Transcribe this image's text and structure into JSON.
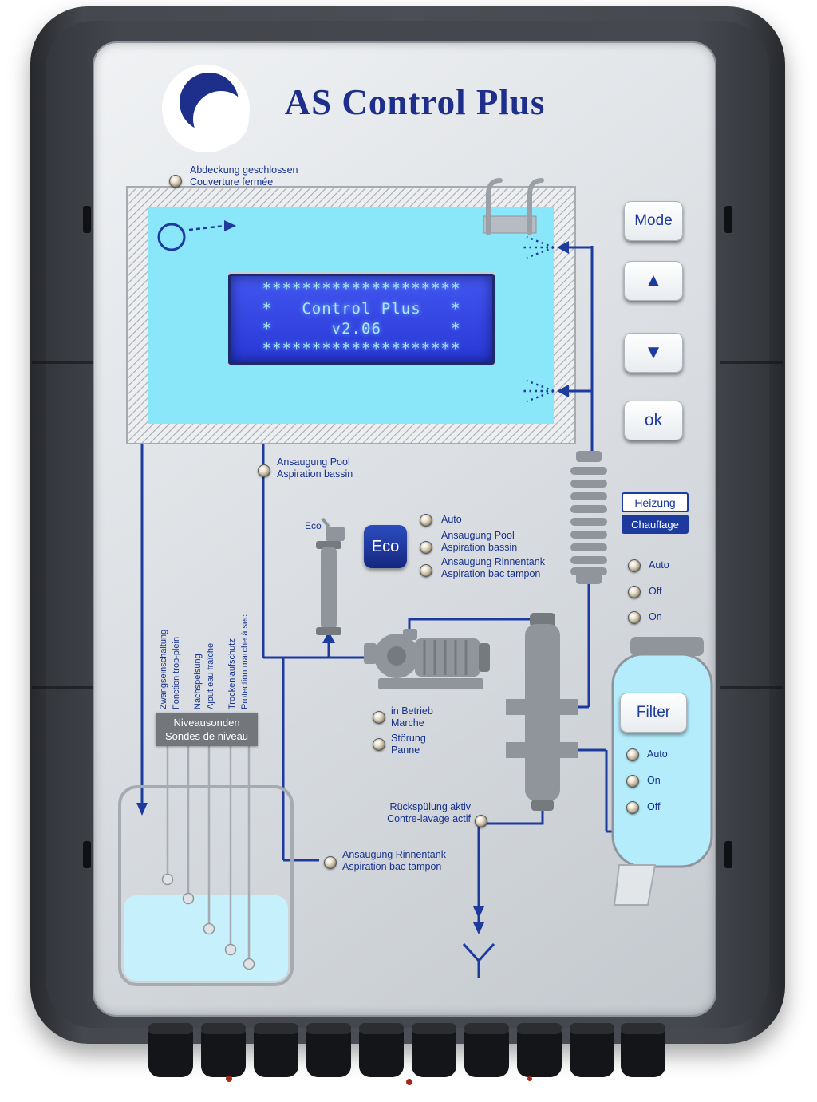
{
  "header": {
    "title": "AS Control Plus"
  },
  "lcd": {
    "line1": "********************",
    "line2": "*   Control Plus   *",
    "line3": "*      v2.06       *",
    "line4": "********************"
  },
  "icons": {
    "up": "▲",
    "down": "▼"
  },
  "keys": {
    "mode": "Mode",
    "ok": "ok",
    "eco": "Eco",
    "filter": "Filter",
    "heating_de": "Heizung",
    "heating_fr": "Chauffage"
  },
  "leds": {
    "cover": {
      "de": "Abdeckung geschlossen",
      "fr": "Couverture fermée"
    },
    "suction_pool": {
      "de": "Ansaugung Pool",
      "fr": "Aspiration bassin"
    },
    "eco_auto": "Auto",
    "eco_pool": {
      "de": "Ansaugung Pool",
      "fr": "Aspiration bassin"
    },
    "eco_tank": {
      "de": "Ansaugung Rinnentank",
      "fr": "Aspiration bac tampon"
    },
    "heating_auto": "Auto",
    "heating_off": "Off",
    "heating_on": "On",
    "running": {
      "de": "in Betrieb",
      "fr": "Marche"
    },
    "fault": {
      "de": "Störung",
      "fr": "Panne"
    },
    "filter_auto": "Auto",
    "filter_on": "On",
    "filter_off": "Off",
    "backwash": {
      "de": "Rückspülung aktiv",
      "fr": "Contre-lavage actif"
    },
    "suction_tank": {
      "de": "Ansaugung Rinnentank",
      "fr": "Aspiration bac tampon"
    }
  },
  "diagram": {
    "eco_valve_label": "Eco"
  },
  "level": {
    "box_de": "Niveausonden",
    "box_fr": "Sondes de niveau",
    "v1_de": "Zwangseinschaltung",
    "v1_fr": "Fonction trop-plein",
    "v2_de": "Nachspeisung",
    "v2_fr": "Ajout eau fraîche",
    "v3_de": "Trockenlaufschutz",
    "v3_fr": "Protection marche à sec"
  }
}
